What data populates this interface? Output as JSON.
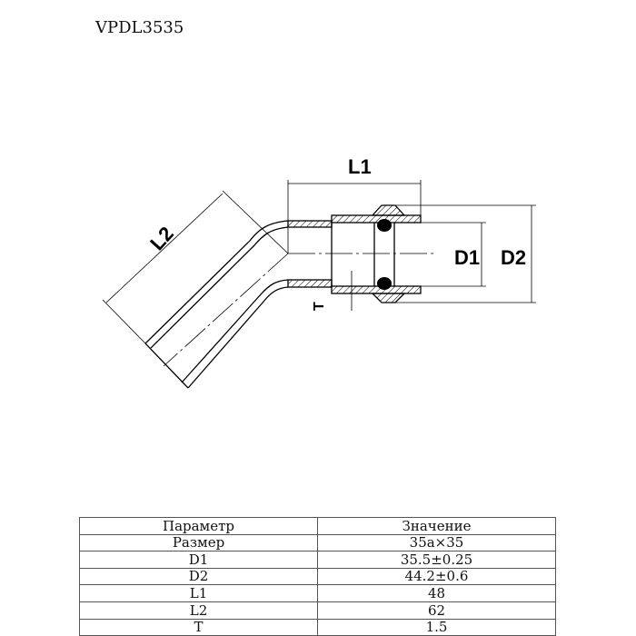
{
  "title": "VPDL3535",
  "drawing": {
    "labels": {
      "l1": "L1",
      "l2": "L2",
      "d1": "D1",
      "d2": "D2",
      "t": "T"
    }
  },
  "table": {
    "headers": [
      "Параметр",
      "Значение"
    ],
    "rows": [
      [
        "Размер",
        "35a×35"
      ],
      [
        "D1",
        "35.5±0.25"
      ],
      [
        "D2",
        "44.2±0.6"
      ],
      [
        "L1",
        "48"
      ],
      [
        "L2",
        "62"
      ],
      [
        "T",
        "1.5"
      ]
    ]
  }
}
